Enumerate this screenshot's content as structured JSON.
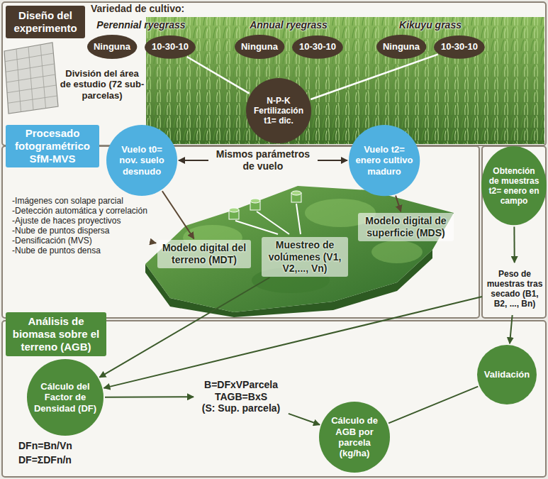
{
  "diagram": {
    "nodes": [
      {
        "text": [
          "Diseño del experimento"
        ]
      },
      {
        "text": [
          "Ninguna"
        ]
      },
      {
        "text": [
          "10-30-10"
        ]
      },
      {
        "text": [
          "Ninguna"
        ]
      },
      {
        "text": [
          "10-30-10"
        ]
      },
      {
        "text": [
          "Ninguna"
        ]
      },
      {
        "text": [
          "10-30-10"
        ]
      },
      {
        "text": [
          "N-P-K Fertilización t1= dic."
        ]
      },
      {
        "text": [
          "Vuelo t0= nov. suelo desnudo"
        ]
      },
      {
        "text": [
          "Vuelo t2= enero cultivo maduro"
        ]
      },
      {
        "text": [
          "Procesado fotogramétrico SfM-MVS"
        ]
      },
      {
        "text": [
          "Obtención de muestras t2= enero en campo"
        ]
      },
      {
        "text": [
          "-Imágenes con solape parcial",
          "-Detección automática y correlación",
          "-Ajuste de haces proyectivos",
          "-Nube de puntos dispersa",
          "-Densificación (MVS)",
          "-Nube de puntos densa"
        ]
      },
      {
        "text": [
          "Modelo digital del terreno (MDT)"
        ]
      },
      {
        "text": [
          "Modelo digital de superficie (MDS)"
        ]
      },
      {
        "text": [
          "Muestreo de volúmenes (V1, V2,..., Vn)"
        ]
      },
      {
        "text": [
          "Peso de muestras tras secado (B1, B2, ..., Bn)"
        ]
      },
      {
        "text": [
          "Análisis de biomasa sobre el terreno (AGB)"
        ]
      },
      {
        "text": [
          "Cálculo del Factor de Densidad (DF)"
        ]
      },
      {
        "text": [
          "B=DFxVParcela",
          "TAGB=BxS",
          "(S: Sup. parcela)"
        ]
      },
      {
        "text": [
          "Validación"
        ]
      },
      {
        "text": [
          "Cálculo de AGB por parcela",
          "(kg/ha)"
        ]
      }
    ],
    "edges": [
      {
        "from": 2,
        "to": 7,
        "arrow": "none"
      },
      {
        "from": 6,
        "to": 7,
        "arrow": "none"
      },
      {
        "from": 8,
        "to": 9,
        "label": "Mismos parámetros de vuelo",
        "arrow": "both"
      },
      {
        "from": 8,
        "to": 13,
        "arrow": "to"
      },
      {
        "from": 9,
        "to": 14,
        "arrow": "to"
      },
      {
        "from": 12,
        "to": 13,
        "arrow": "to"
      },
      {
        "from": 11,
        "to": 16,
        "arrow": "to"
      },
      {
        "from": 15,
        "to": 18,
        "arrow": "to"
      },
      {
        "from": 16,
        "to": 18,
        "arrow": "to"
      },
      {
        "from": 16,
        "to": 20,
        "arrow": "to"
      },
      {
        "from": 18,
        "to": 19,
        "arrow": "to"
      },
      {
        "from": 19,
        "to": 21,
        "arrow": "to"
      },
      {
        "from": 20,
        "to": 21,
        "arrow": "none"
      }
    ],
    "labels": [
      "Variedad de cultivo:",
      "Perennial ryegrass",
      "Annual ryegrass",
      "Kikuyu grass",
      "División del área de estudio (72 sub-parcelas)",
      "DFn=Bn/Vn",
      "DF=ΣDFn/n"
    ]
  }
}
